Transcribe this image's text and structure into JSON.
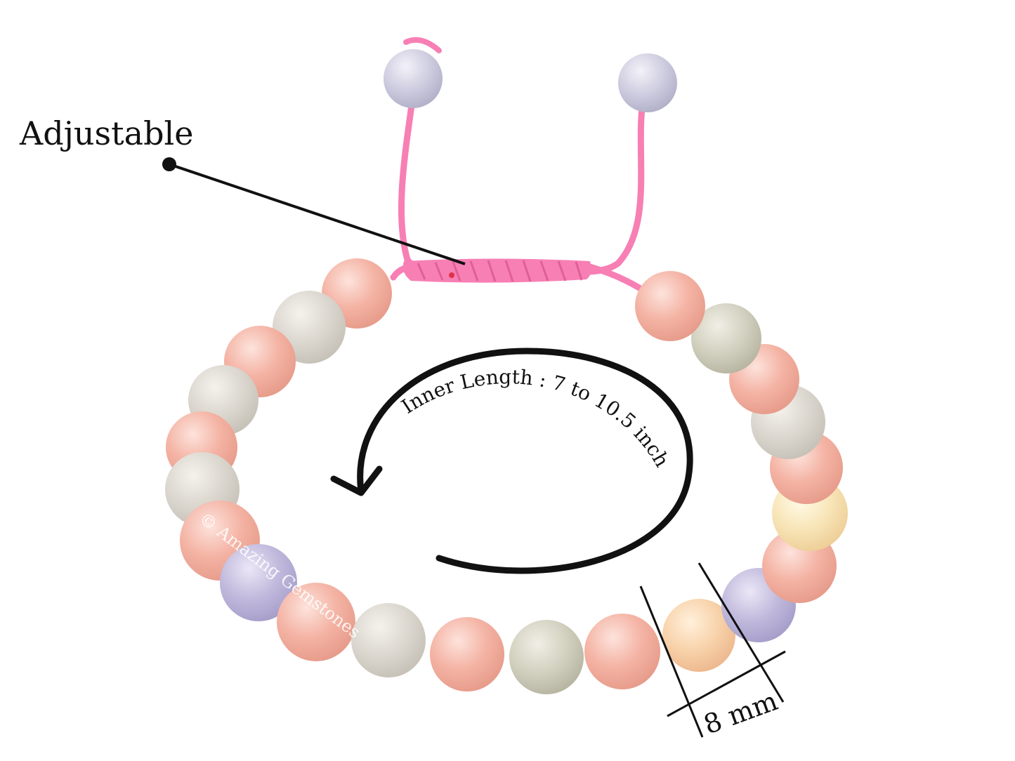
{
  "labels": {
    "adjustable": "Adjustable",
    "inner_length": "Inner Length : 7 to 10.5 inch",
    "bead_size": "8 mm",
    "watermark": "© Amazing Gemstones"
  },
  "colors": {
    "cord": "#f77fb4",
    "bead_peach": "#f4b3a4",
    "bead_gray": "#dedad3",
    "bead_lavender": "#bfb8dc",
    "bead_cream": "#f7e3b8",
    "bead_green_gray": "#d8d6c8",
    "annotation": "#111111"
  }
}
